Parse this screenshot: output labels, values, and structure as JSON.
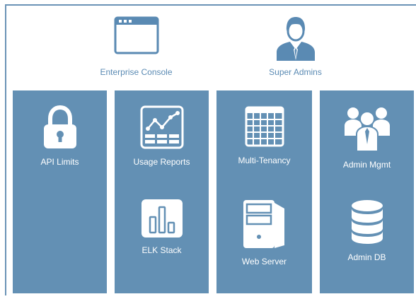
{
  "header": {
    "enterprise_console": {
      "label": "Enterprise Console",
      "icon": "browser-window-icon"
    },
    "super_admins": {
      "label": "Super Admins",
      "icon": "admin-user-icon"
    }
  },
  "columns": [
    {
      "items": [
        {
          "label": "API Limits",
          "icon": "lock-icon"
        }
      ]
    },
    {
      "items": [
        {
          "label": "Usage Reports",
          "icon": "line-chart-icon"
        },
        {
          "label": "ELK Stack",
          "icon": "bar-chart-icon"
        }
      ]
    },
    {
      "items": [
        {
          "label": "Multi-Tenancy",
          "icon": "grid-table-icon"
        },
        {
          "label": "Web Server",
          "icon": "server-icon"
        }
      ]
    },
    {
      "items": [
        {
          "label": "Admin Mgmt",
          "icon": "users-group-icon"
        },
        {
          "label": "Admin DB",
          "icon": "database-icon"
        }
      ]
    }
  ],
  "colors": {
    "accent": "#5a8ab3",
    "column_bg": "#6390b4",
    "icon": "#ffffff",
    "frame_line": "#6b93b6"
  }
}
